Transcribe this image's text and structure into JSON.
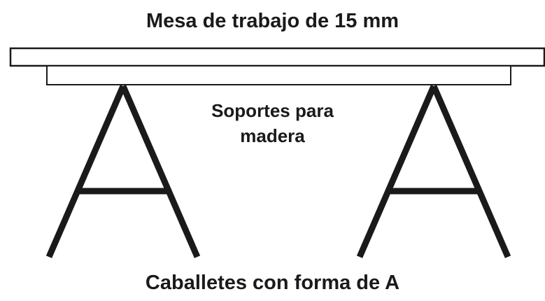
{
  "diagram": {
    "table_label": "Mesa de trabajo de 15 mm",
    "supports_label_line1": "Soportes para",
    "supports_label_line2": "madera",
    "sawhorse_label": "Caballetes con forma de A",
    "stroke_color": "#1a1a1a",
    "background_color": "#ffffff"
  }
}
